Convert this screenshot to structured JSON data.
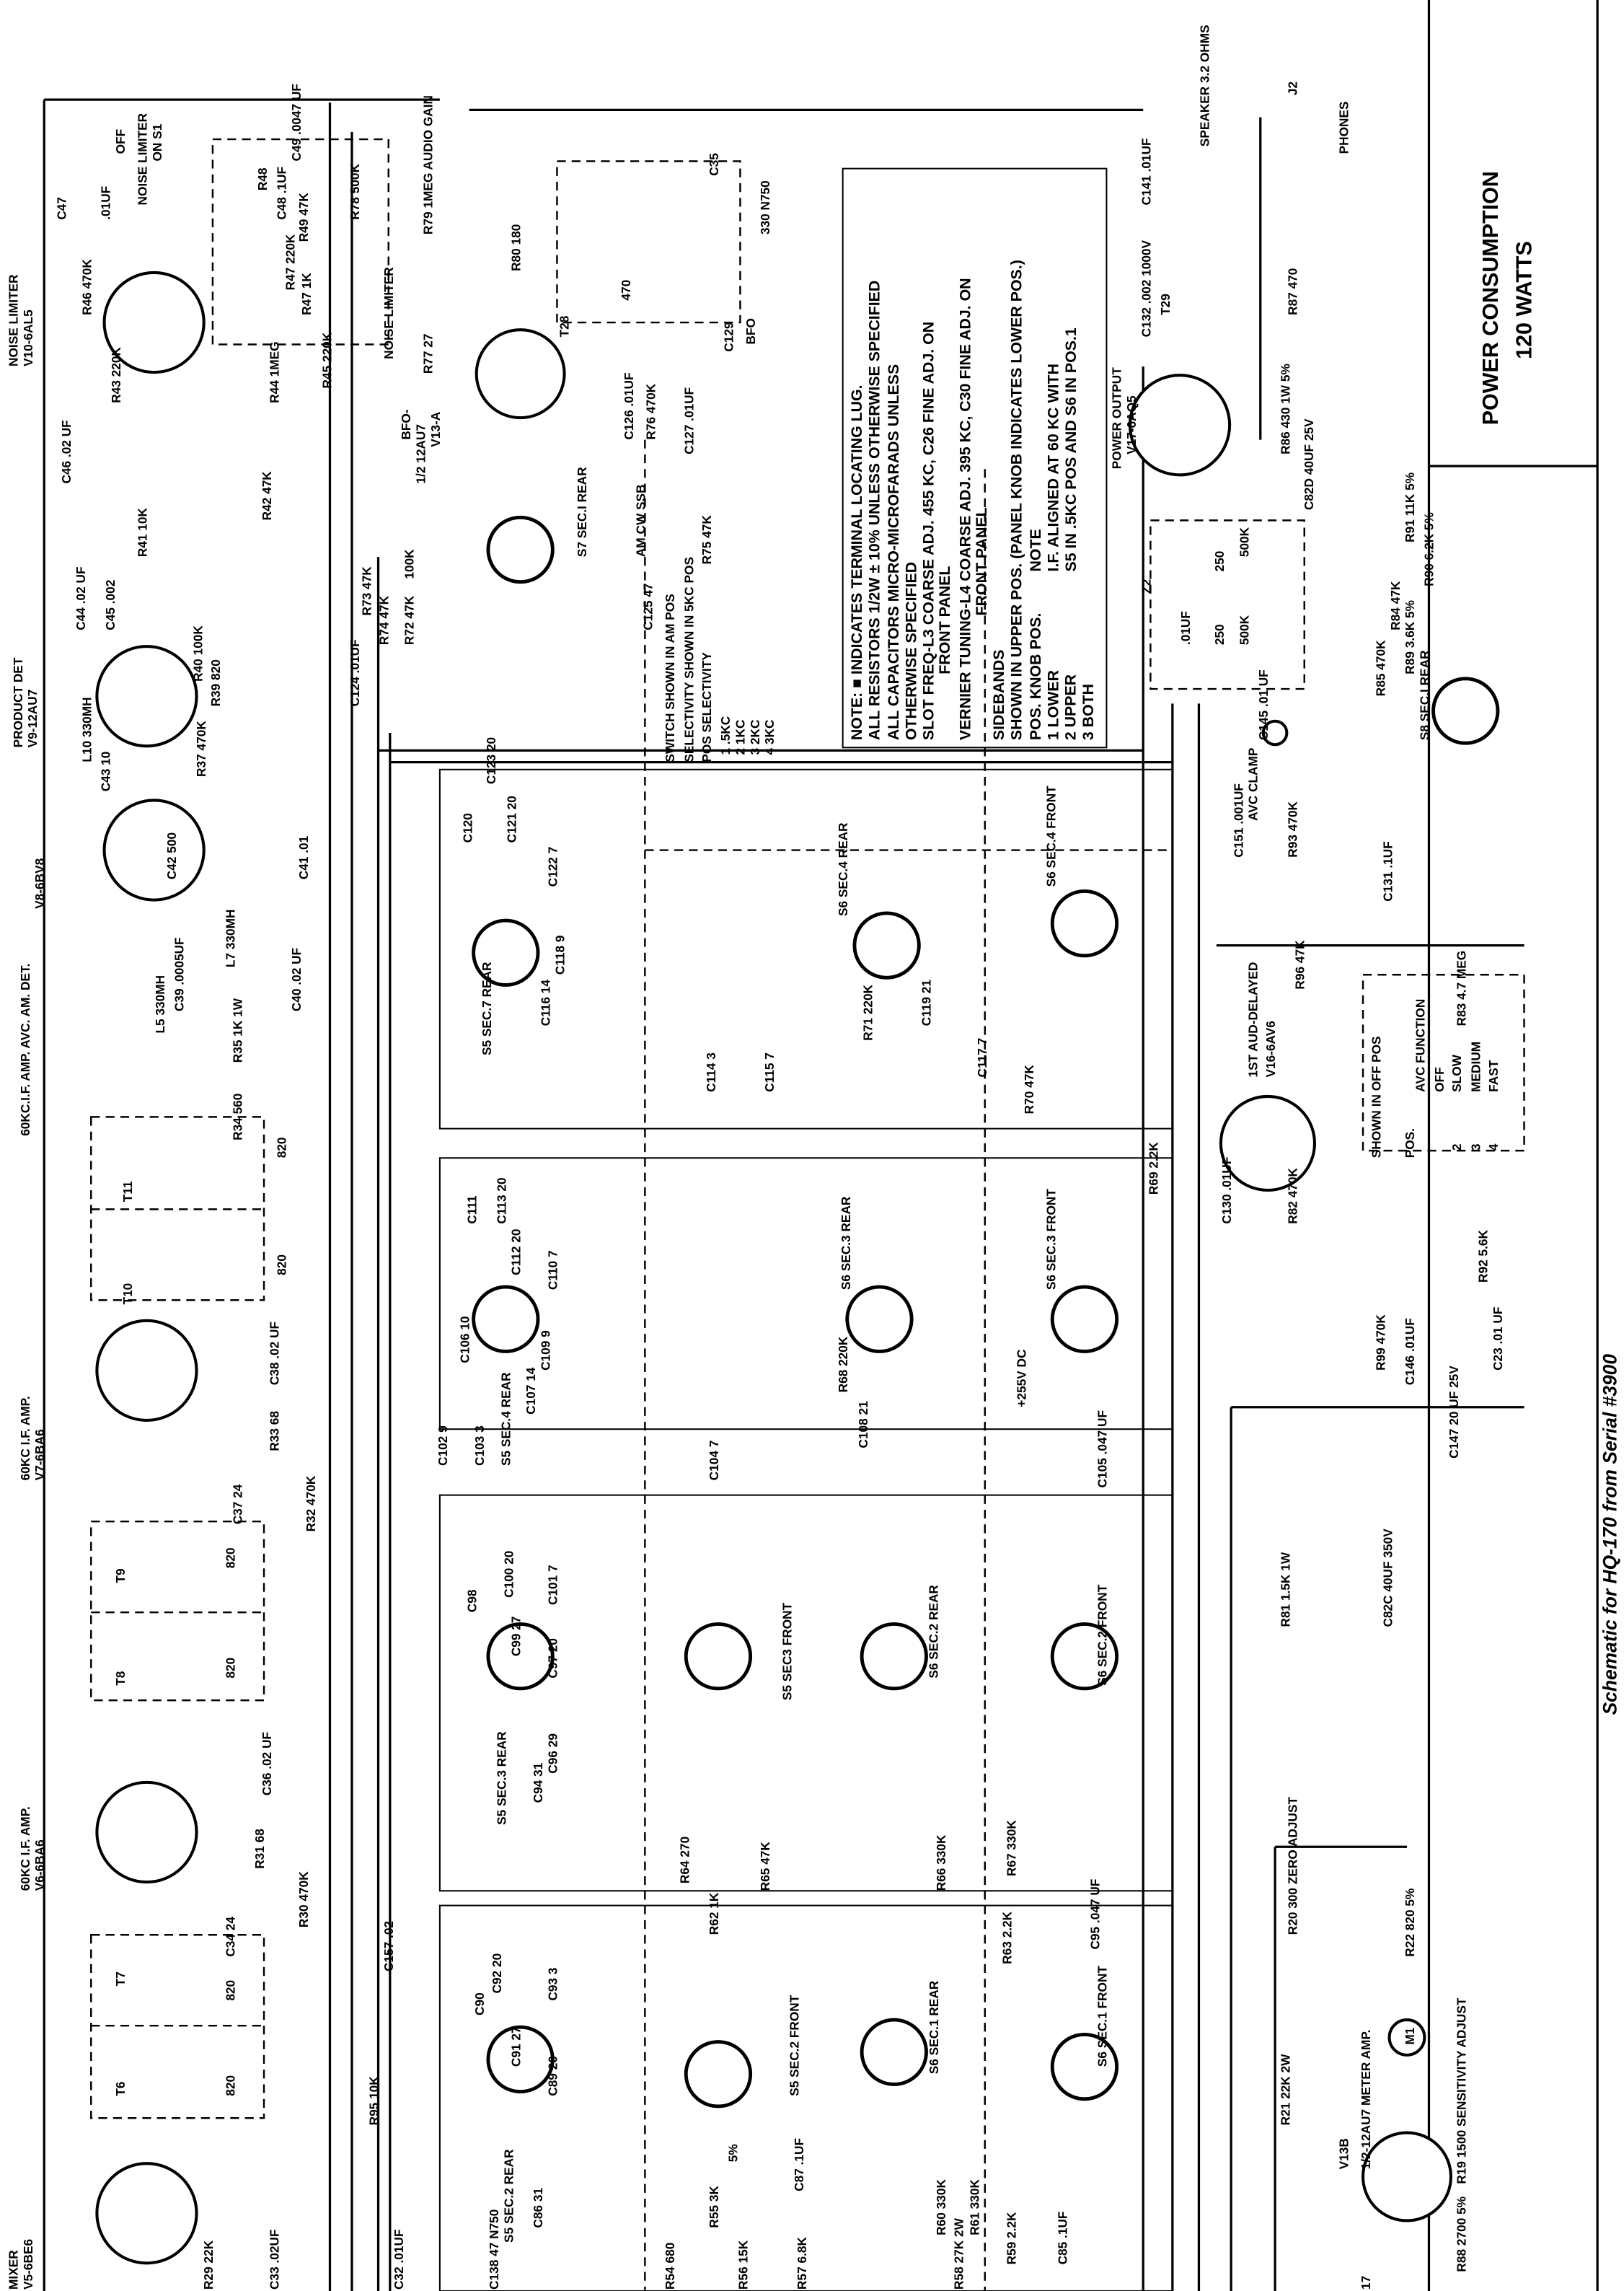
{
  "title": {
    "power": "POWER CONSUMPTION",
    "watts": "120 WATTS",
    "caption": "Schematic for HQ-170 from Serial #3900"
  },
  "labels": [
    "NOISE LIMITER",
    "V10-6AL5",
    "C47",
    ".01UF",
    "NOISE LIMITER",
    "ON S1",
    "OFF",
    "R46 470K",
    "C49 .0047 UF",
    "C46 .02 UF",
    "R43 220K",
    "R48",
    "C48 .1UF",
    "R47 220K",
    "R49 47K",
    "R47 1K",
    "R45 220K",
    "R44 1MEG",
    "R78 500K",
    "NOISE LIMITER",
    "R79 1MEG AUDIO GAIN",
    "R77 27",
    "BFO-",
    "1/2 12AU7",
    "V13-A",
    "R80 180",
    "T28",
    "470",
    "C35",
    "330 N750",
    "C129",
    "BFO",
    "C126 .01UF",
    "R76 470K",
    "C127 .01UF",
    "R75 47K",
    "S7 SEC.I REAR",
    "AM  CW  SSB",
    "C125 47",
    "SWITCH SHOWN IN AM POS",
    "SELECTIVITY SHOWN IN 5KC POS",
    "POS SELECTIVITY",
    "1   .5KC",
    "2   1KC",
    "3   2KC",
    "4   3KC",
    "R42 47K",
    "R41 10K",
    "C44 .02 UF",
    "C45 .002",
    "R40 100K",
    "R39 820",
    "R73 47K",
    "R74 47K",
    "R72 47K",
    "100K",
    "C124 .01UF",
    "PRODUCT DET",
    "V9-12AU7",
    "L10 330MH",
    "C43 10",
    "R37 470K",
    "C42 500",
    "C41 .01",
    "60KC.I.F. AMP. AVC. AM. DET.",
    "V8-6BV8",
    "C39 .0005UF",
    "L7 330MH",
    "C40 .02 UF",
    "L5 330MH",
    "R35 1K 1W",
    "R34 560",
    "T11",
    "820",
    "T10",
    "820",
    "60KC I.F. AMP.",
    "V7-6BA6",
    "C38 .02 UF",
    "R33 68",
    "R32 470K",
    "C37 24",
    "T9",
    "820",
    "T8",
    "820",
    "60KC I.F. AMP.",
    "V6-6BA6",
    "C36 .02 UF",
    "R31 68",
    "R30 470K",
    "C34 24",
    "C157 .02",
    "T7",
    "T6",
    "820",
    "820",
    "MIXER",
    "V5-6BE6",
    "C33 .02UF",
    "R29 22K",
    "C32 .01UF",
    "C138 47 N750",
    "R95 10K",
    "S5 SEC.7 REAR",
    "C120",
    "C123 20",
    "C121 20",
    "C122 7",
    "C118 9",
    "C116 14",
    "C114 3",
    "C115 7",
    "C117 7",
    "R70 47K",
    "R71 220K",
    "C119 21",
    "S6 SEC.4 REAR",
    "S6 SEC.4 FRONT",
    "S5 SEC.4 REAR",
    "C111",
    "C113 20",
    "C112 20",
    "C110 7",
    "C109 9",
    "C107 14",
    "C106 10",
    "C102 9",
    "C103 3",
    "S6 SEC.3 REAR",
    "S6 SEC.3 FRONT",
    "R68 220K",
    "C108 21",
    "+255V DC",
    "C104 7",
    "C105 .047 UF",
    "S5 SEC.3 REAR",
    "C98",
    "C100 20",
    "C99 27",
    "C101 7",
    "C97 20",
    "C96 29",
    "C94 31",
    "S5 SEC3 FRONT",
    "S6 SEC.2 REAR",
    "S6 SEC.2 FRONT",
    "R64 270",
    "R65 47K",
    "R62 1K",
    "R66 330K",
    "R67 330K",
    "R63 2.2K",
    "C95 .047 UF",
    "S5 SEC.2 REAR",
    "C90",
    "C92 20",
    "C91 27",
    "C93 3",
    "C89 20",
    "C86 31",
    "S5 SEC.2 FRONT",
    "S6 SEC.1 REAR",
    "S6 SEC.1 FRONT",
    "C87 .1UF",
    "R60 330K",
    "R61 330K",
    "R54 680",
    "R55 3K",
    "R56 15K",
    "5%",
    "R57 6.8K",
    "R58 27K 2W",
    "R59 2.2K",
    "C85 .1UF",
    "C141 .01UF",
    "SPEAKER 3.2 OHMS",
    "J2",
    "PHONES",
    "T29",
    "C132 .002 1000V",
    "R87 470",
    "POWER OUTPUT",
    "V17-6AQ5",
    "R86 430 1W 5%",
    "C82D 40UF 25V",
    "Z2",
    ".01UF",
    "250",
    "500K",
    "250",
    "500K",
    "R91 11K 5%",
    "R90 6.2K 5%",
    "R84 47K",
    "R85 470K",
    "R89 3.6K 5%",
    "S8 SEC.I REAR",
    "C145 .01 UF",
    "C151 .001UF",
    "AVC CLAMP",
    "1ST AUD-DELAYED",
    "V16-6AV6",
    "R93 470K",
    "C131 .1UF",
    "R96 47K",
    "R83 4.7 MEG",
    "SHOWN IN OFF POS",
    "AVC FUNCTION",
    "OFF",
    "SLOW",
    "MEDIUM",
    "FAST",
    "POS.",
    "2",
    "3",
    "4",
    "R82 470K",
    "C130 .01UF",
    "R69 2.2K",
    "R99 470K",
    "C146 .01UF",
    "C147 20 UF 25V",
    "C23 .01 UF",
    "R92 5.6K",
    "R81 1.5K 1W",
    "C82C 40UF 350V",
    "R20 300 ZERO ADJUST",
    "R22 820 5%",
    "M1",
    "R19 1500 SENSITIVITY ADJUST",
    "R88 2700 5%",
    "R21 22K 2W",
    "V13B",
    "1/2-12AU7 METER AMP.",
    "17"
  ],
  "notes": [
    "NOTE: ■ INDICATES TERMINAL LOCATING LUG.",
    "ALL RESISTORS 1/2W ± 10% UNLESS OTHERWISE SPECIFIED",
    "ALL CAPACITORS MICRO-MICROFARADS UNLESS",
    "OTHERWISE SPECIFIED",
    "SLOT FREQ-L3 COARSE ADJ. 455 KC, C26 FINE ADJ. ON",
    "FRONT PANEL",
    "VERNIER TUNING-L4 COARSE ADJ. 395 KC, C30 FINE ADJ. ON",
    "FRONT PANEL",
    "SIDEBANDS",
    "SHOWN IN UPPER POS. (PANEL KNOB INDICATES LOWER POS.)",
    "POS.   KNOB POS.",
    "NOTE",
    "1   LOWER",
    "2   UPPER",
    "3   BOTH",
    "I.F. ALIGNED AT 60 KC WITH",
    "S5 IN .5KC POS AND S6 IN POS.1"
  ]
}
